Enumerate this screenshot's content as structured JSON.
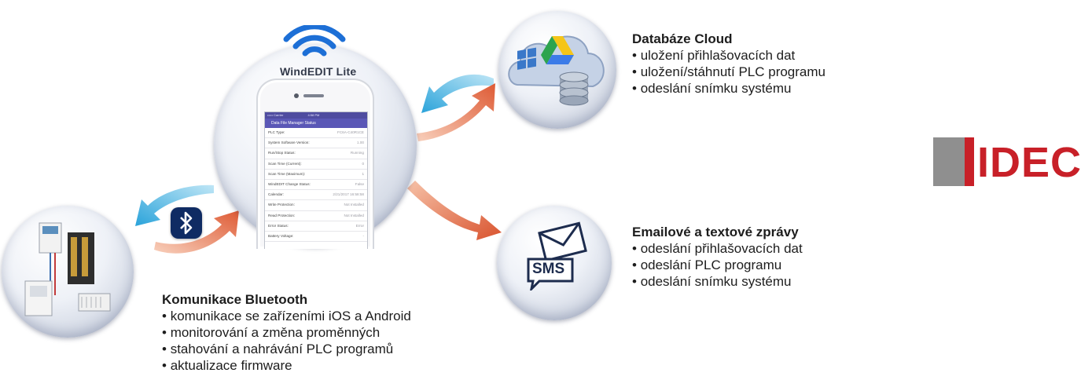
{
  "app": {
    "title": "WindEDIT Lite",
    "screen": {
      "status_left": "••••• Carrier",
      "status_time": "4:58 PM",
      "nav_title": "Data File Manager  Status",
      "rows": [
        {
          "label": "PLC Type:",
          "value": "FC6A-C40R1CE"
        },
        {
          "label": "System Software Version:",
          "value": "1.00"
        },
        {
          "label": "Run/Stop Status:",
          "value": "Running"
        },
        {
          "label": "Scan Time (Current):",
          "value": "0"
        },
        {
          "label": "Scan Time (Maximum):",
          "value": "1"
        },
        {
          "label": "WindEDIT Change Status:",
          "value": "False"
        },
        {
          "label": "Calendar:",
          "value": "2/21/2017 16:58:58"
        },
        {
          "label": "Write Protection:",
          "value": "Not Installed"
        },
        {
          "label": "Read Protection:",
          "value": "Not Installed"
        },
        {
          "label": "Error Status:",
          "value": "Error"
        },
        {
          "label": "Battery Voltage:",
          "value": "-"
        }
      ]
    }
  },
  "cloud": {
    "title": "Databáze Cloud",
    "items": [
      "uložení přihlašovacích dat",
      "uložení/stáhnutí PLC programu",
      "odeslání snímku systému"
    ]
  },
  "sms": {
    "title": "Emailové a textové zprávy",
    "badge": "SMS",
    "items": [
      "odeslání přihlašovacích dat",
      "odeslání PLC programu",
      "odeslání snímku systému"
    ]
  },
  "bluetooth": {
    "title": "Komunikace Bluetooth",
    "items": [
      "komunikace se zařízeními iOS a Android",
      "monitorování a změna proměnných",
      "stahování a nahrávání PLC programů",
      "aktualizace firmware"
    ]
  },
  "logo": {
    "text": "IDEC",
    "color": "#c82028"
  },
  "colors": {
    "wifi": "#1d6fd6",
    "arrow_blue": "#4ab7e3",
    "arrow_orange": "#e2603d",
    "bluetooth_badge": "#0f2b63"
  },
  "icons": [
    "wifi-icon",
    "bluetooth-icon",
    "cloud-icon",
    "database-icon",
    "envelope-icon",
    "sms-bubble-icon",
    "plc-controller-icon"
  ]
}
